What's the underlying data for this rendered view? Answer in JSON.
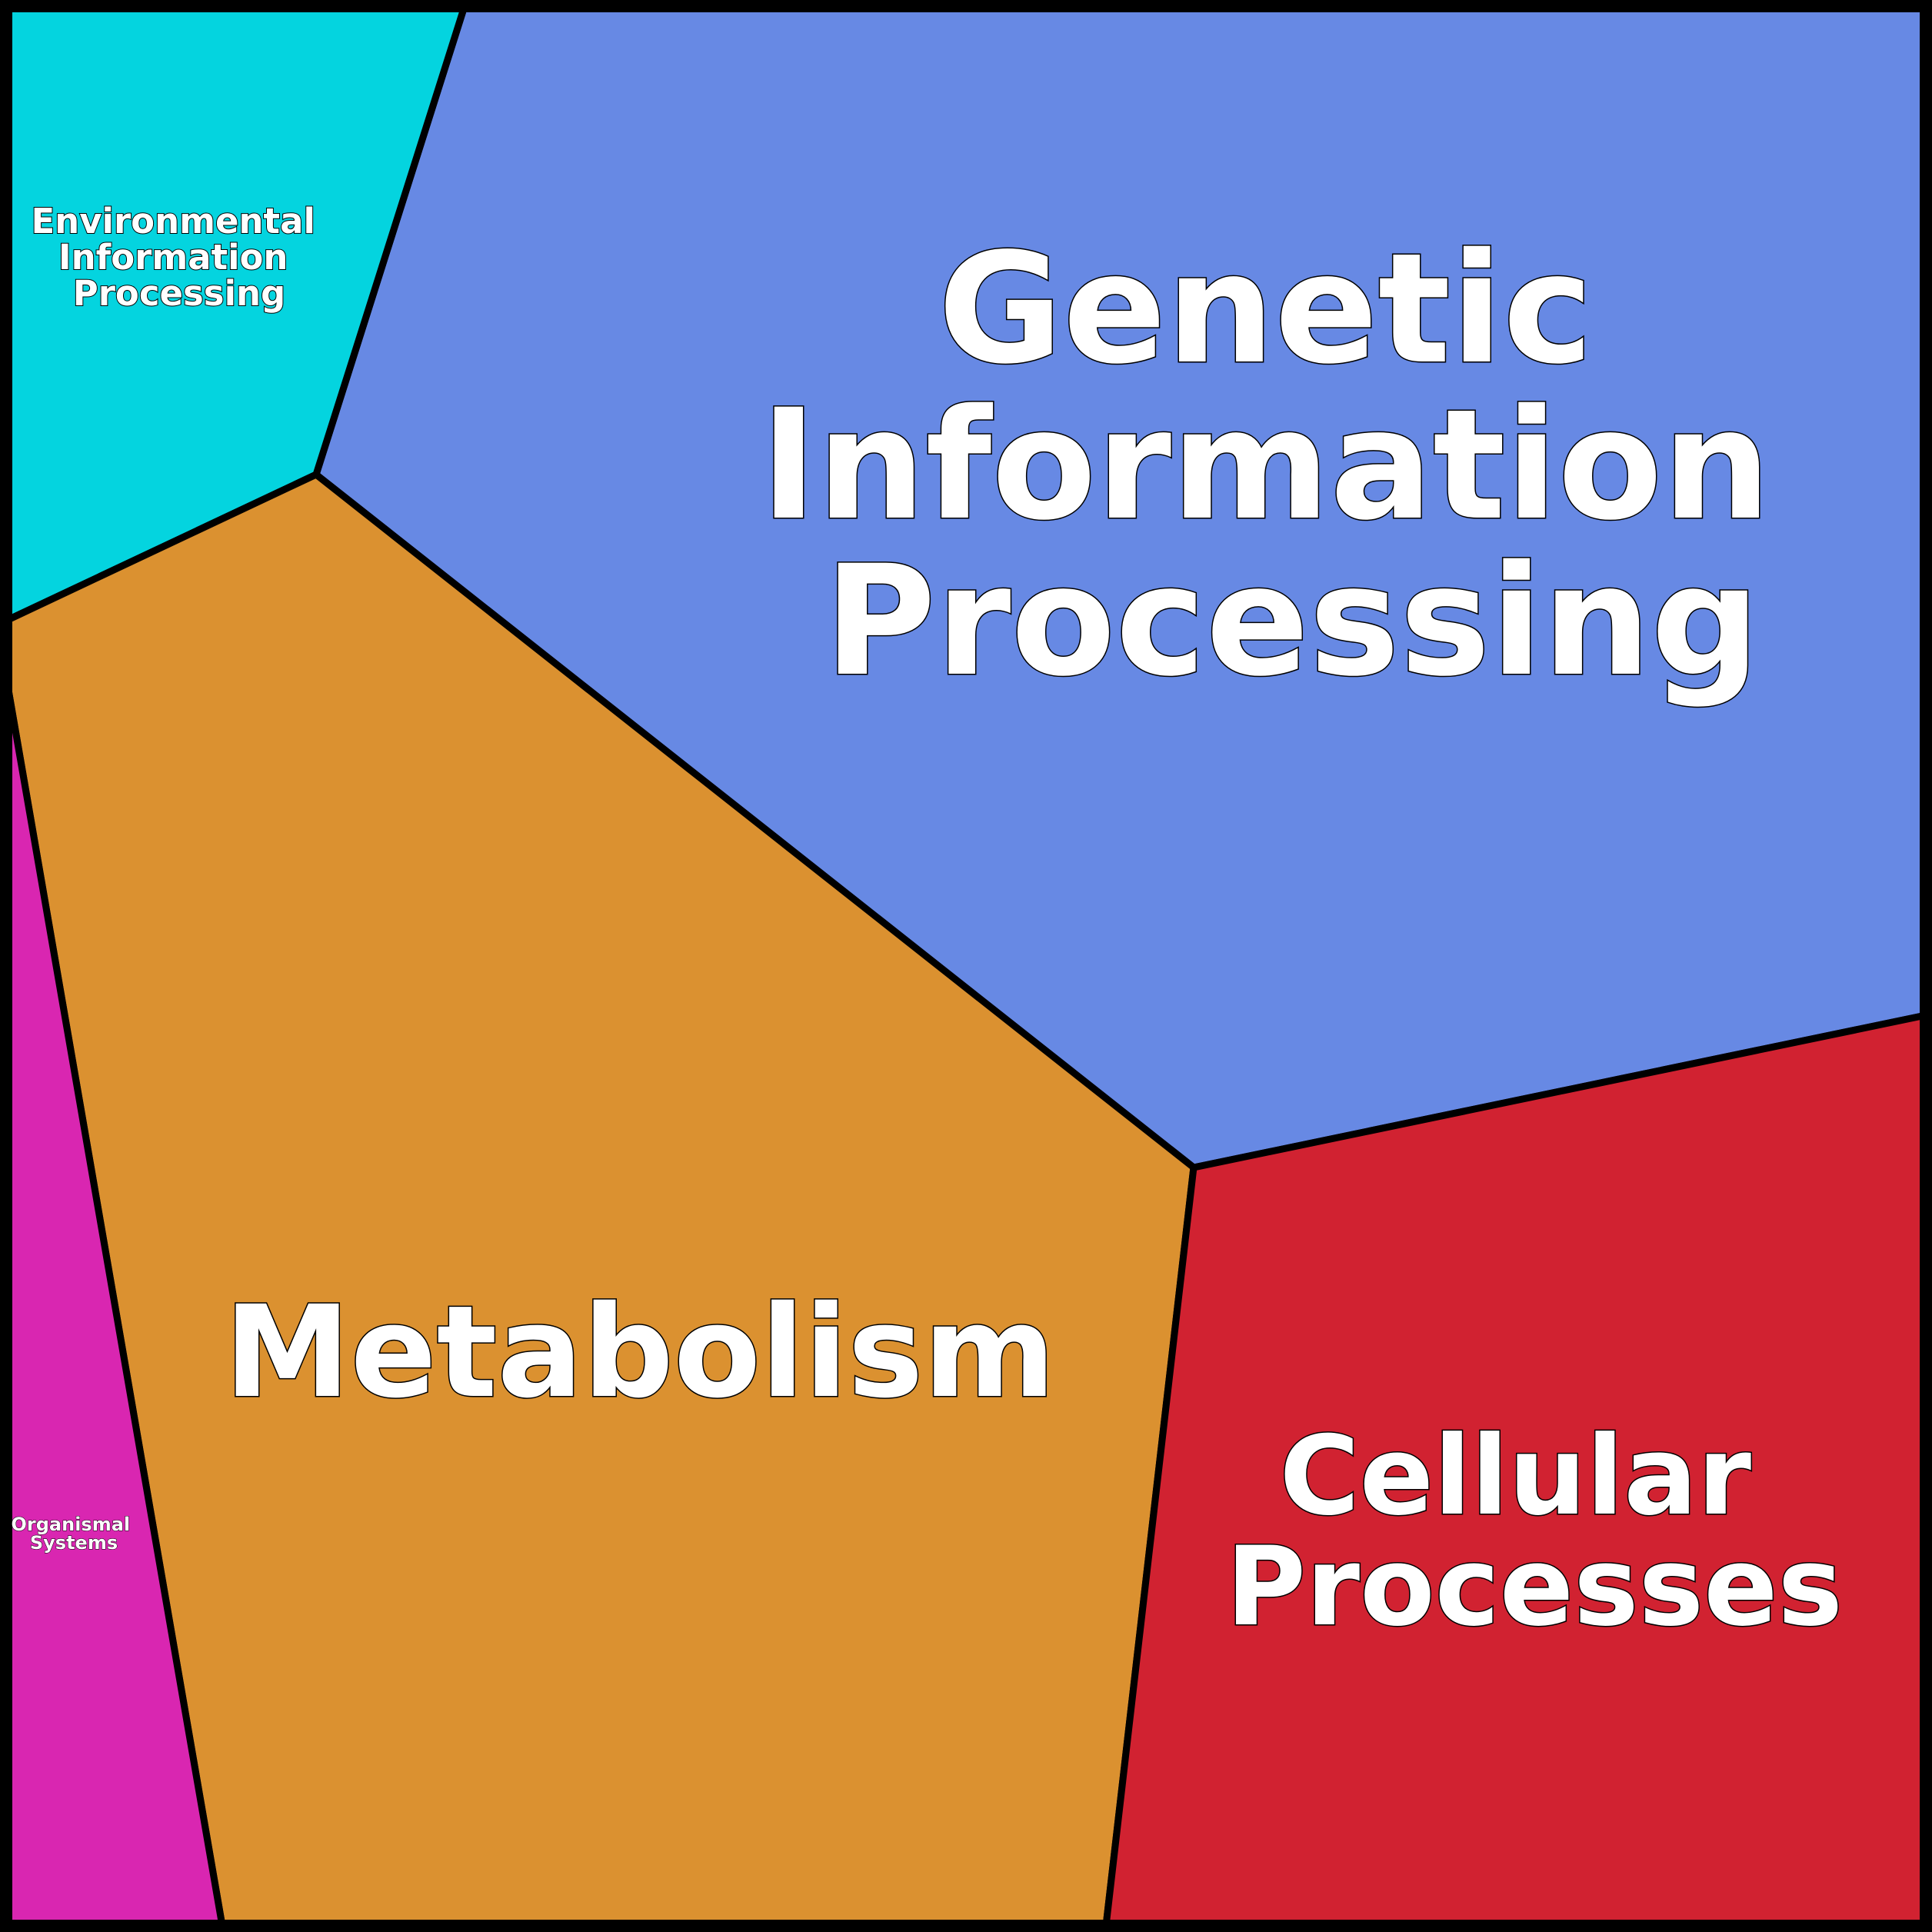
{
  "diagram": {
    "type": "voronoi-treemap",
    "regions": [
      {
        "id": "genetic",
        "label_lines": [
          "Genetic",
          "Information",
          "Processing"
        ],
        "color": "#6789E4"
      },
      {
        "id": "environmental",
        "label_lines": [
          "Environmental",
          "Information",
          "Processing"
        ],
        "color": "#04D4DF"
      },
      {
        "id": "metabolism",
        "label_lines": [
          "Metabolism"
        ],
        "color": "#DB9130"
      },
      {
        "id": "organismal",
        "label_lines": [
          "Organismal",
          "Systems"
        ],
        "color": "#D926B1"
      },
      {
        "id": "cellular",
        "label_lines": [
          "Cellular",
          "Processes"
        ],
        "color": "#D12231"
      }
    ],
    "border_color": "#000000"
  }
}
